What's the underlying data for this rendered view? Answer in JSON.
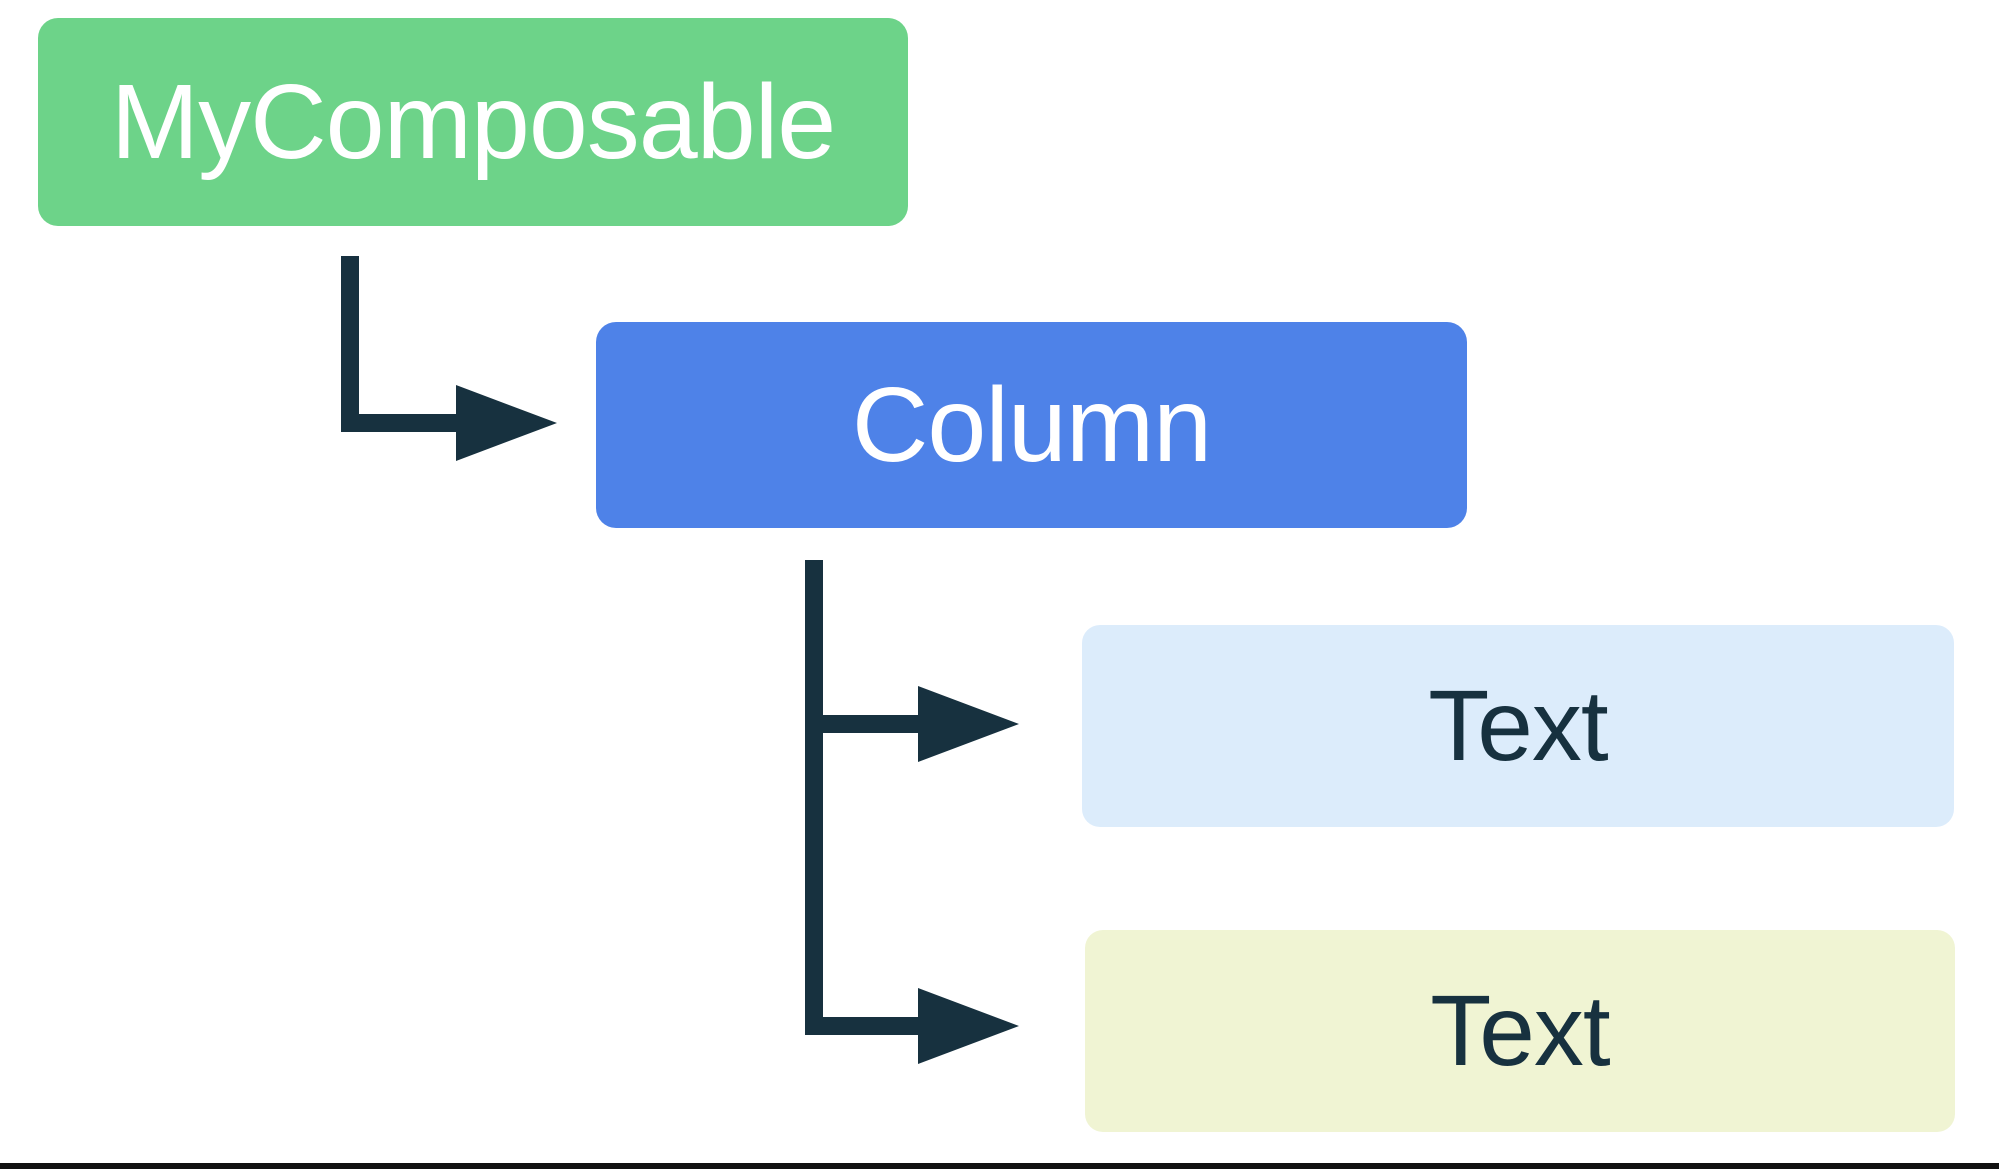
{
  "diagram": {
    "background": "#ffffff",
    "connector_color": "#17313f",
    "bottom_rule_color": "#111111",
    "nodes": {
      "root": {
        "label": "MyComposable",
        "bg": "#6dd389",
        "fg": "#ffffff"
      },
      "column": {
        "label": "Column",
        "bg": "#4e82e8",
        "fg": "#ffffff"
      },
      "child_text_1": {
        "label": "Text",
        "bg": "#dcecfb",
        "fg": "#17313f"
      },
      "child_text_2": {
        "label": "Text",
        "bg": "#f0f4d3",
        "fg": "#17313f"
      }
    }
  }
}
